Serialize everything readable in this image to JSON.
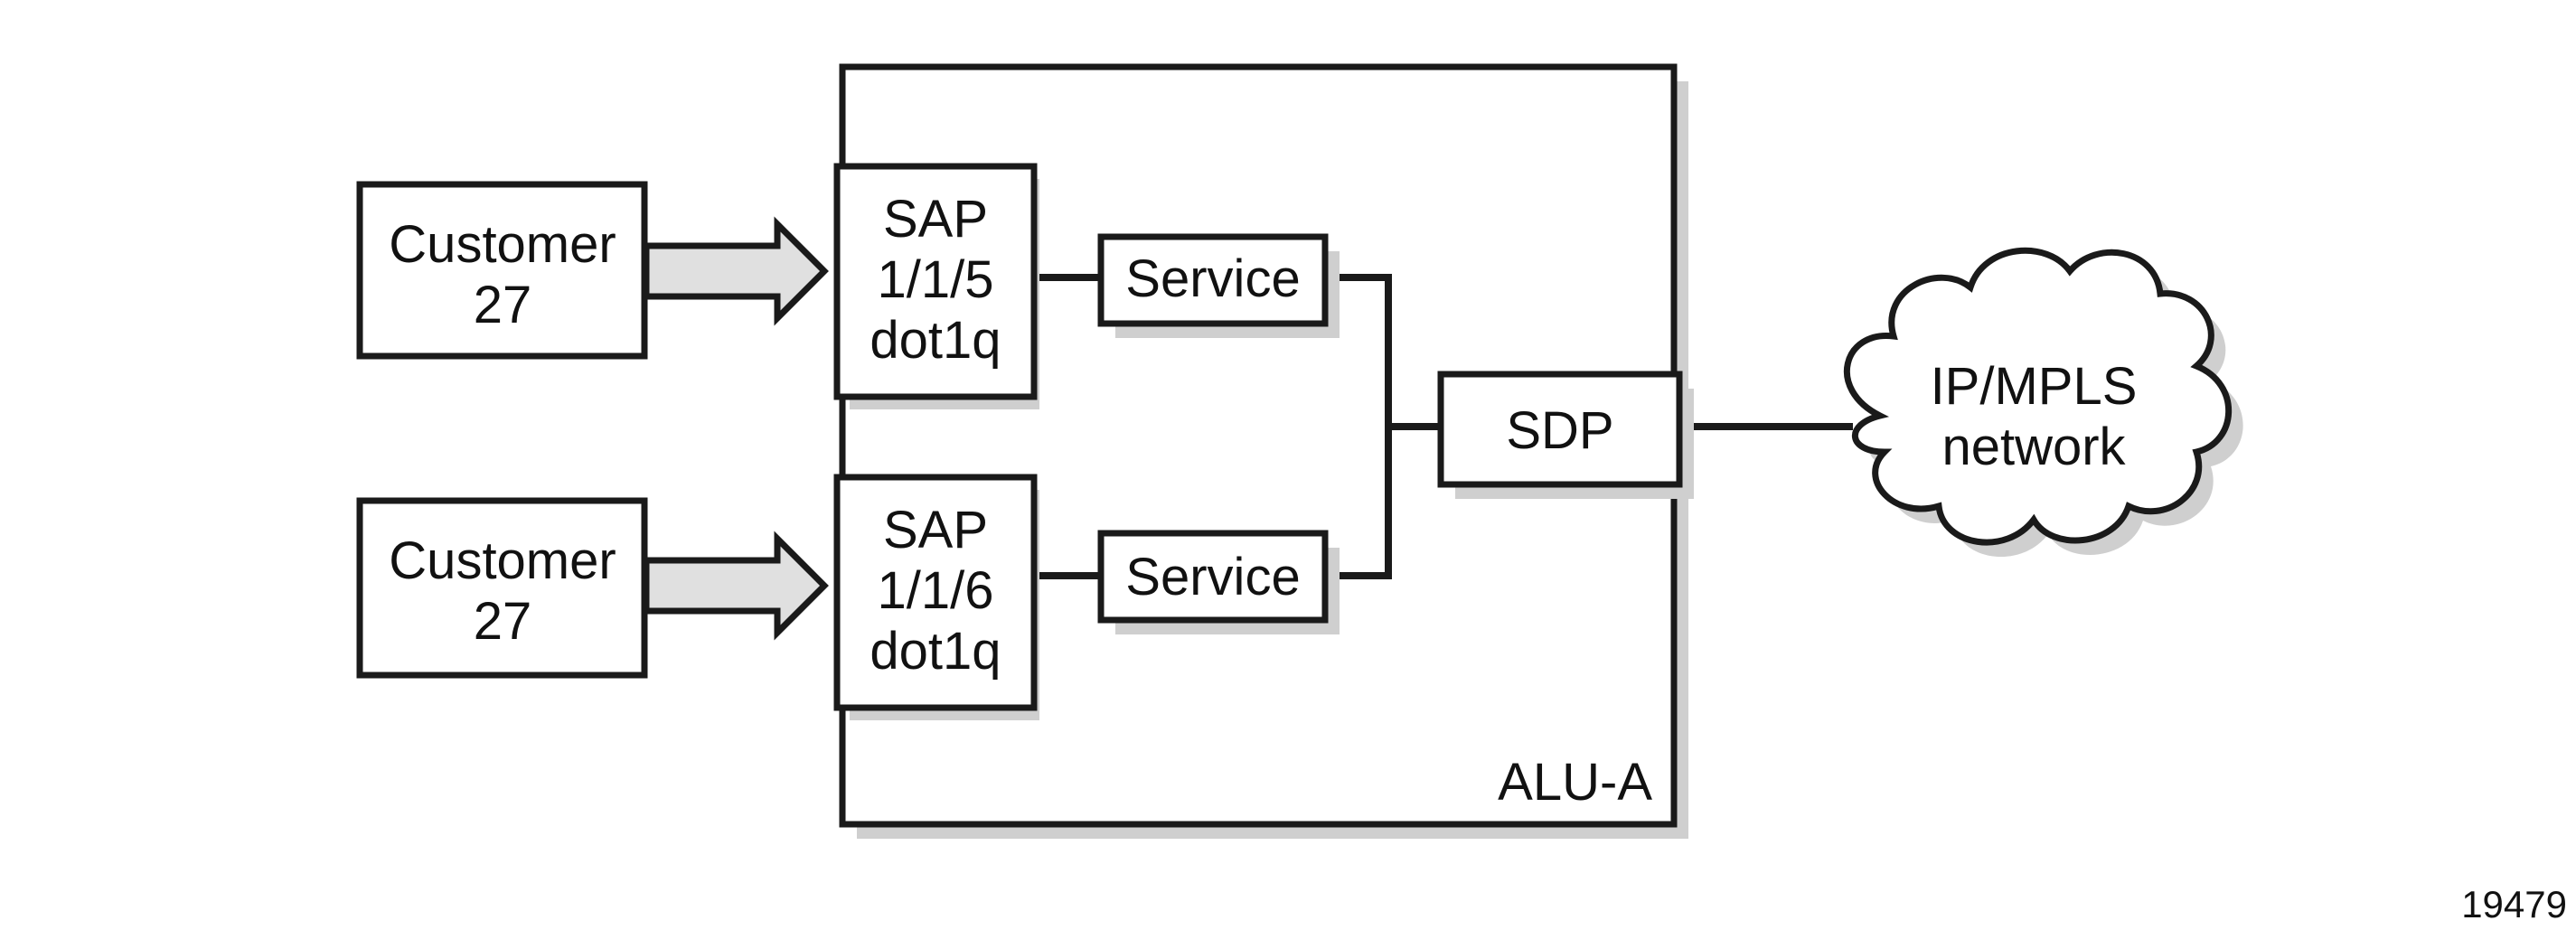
{
  "customer_top": {
    "line1": "Customer",
    "line2": "27"
  },
  "customer_bottom": {
    "line1": "Customer",
    "line2": "27"
  },
  "sap_top": {
    "line1": "SAP",
    "line2": "1/1/5",
    "line3": "dot1q"
  },
  "sap_bottom": {
    "line1": "SAP",
    "line2": "1/1/6",
    "line3": "dot1q"
  },
  "service_top": "Service",
  "service_bottom": "Service",
  "sdp": "SDP",
  "router": "ALU-A",
  "cloud": {
    "line1": "IP/MPLS",
    "line2": "network"
  },
  "figure_id": "19479"
}
